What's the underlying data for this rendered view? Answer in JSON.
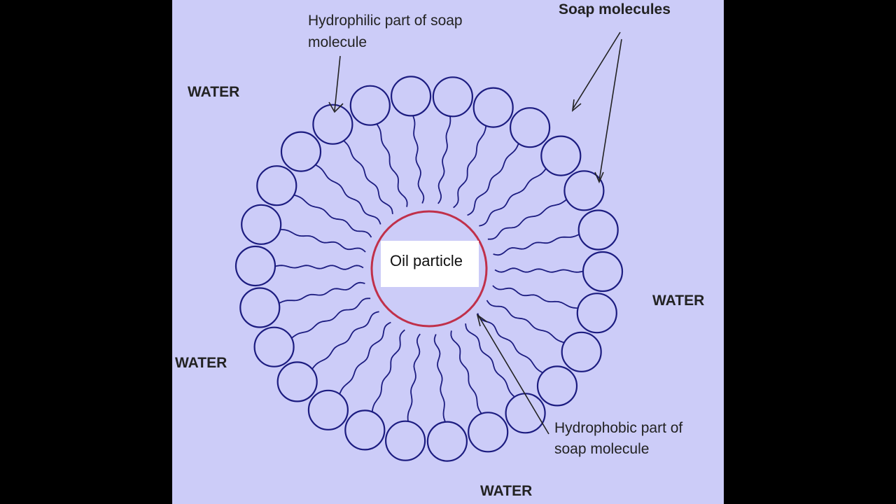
{
  "labels": {
    "water_top_left": "WATER",
    "water_right": "WATER",
    "water_left": "WATER",
    "water_bottom": "WATER",
    "soap_molecules": "Soap molecules",
    "hydrophilic_line1": "Hydrophilic part of soap",
    "hydrophilic_line2": "molecule",
    "hydrophobic_line1": "Hydrophobic part of",
    "hydrophobic_line2": "soap molecule",
    "oil_particle": "Oil particle"
  },
  "colors": {
    "background": "#ccccf8",
    "frame": "#000000",
    "soap_molecule": "#1c1c80",
    "oil_particle_outline": "#c0304a",
    "arrow": "#222222"
  }
}
